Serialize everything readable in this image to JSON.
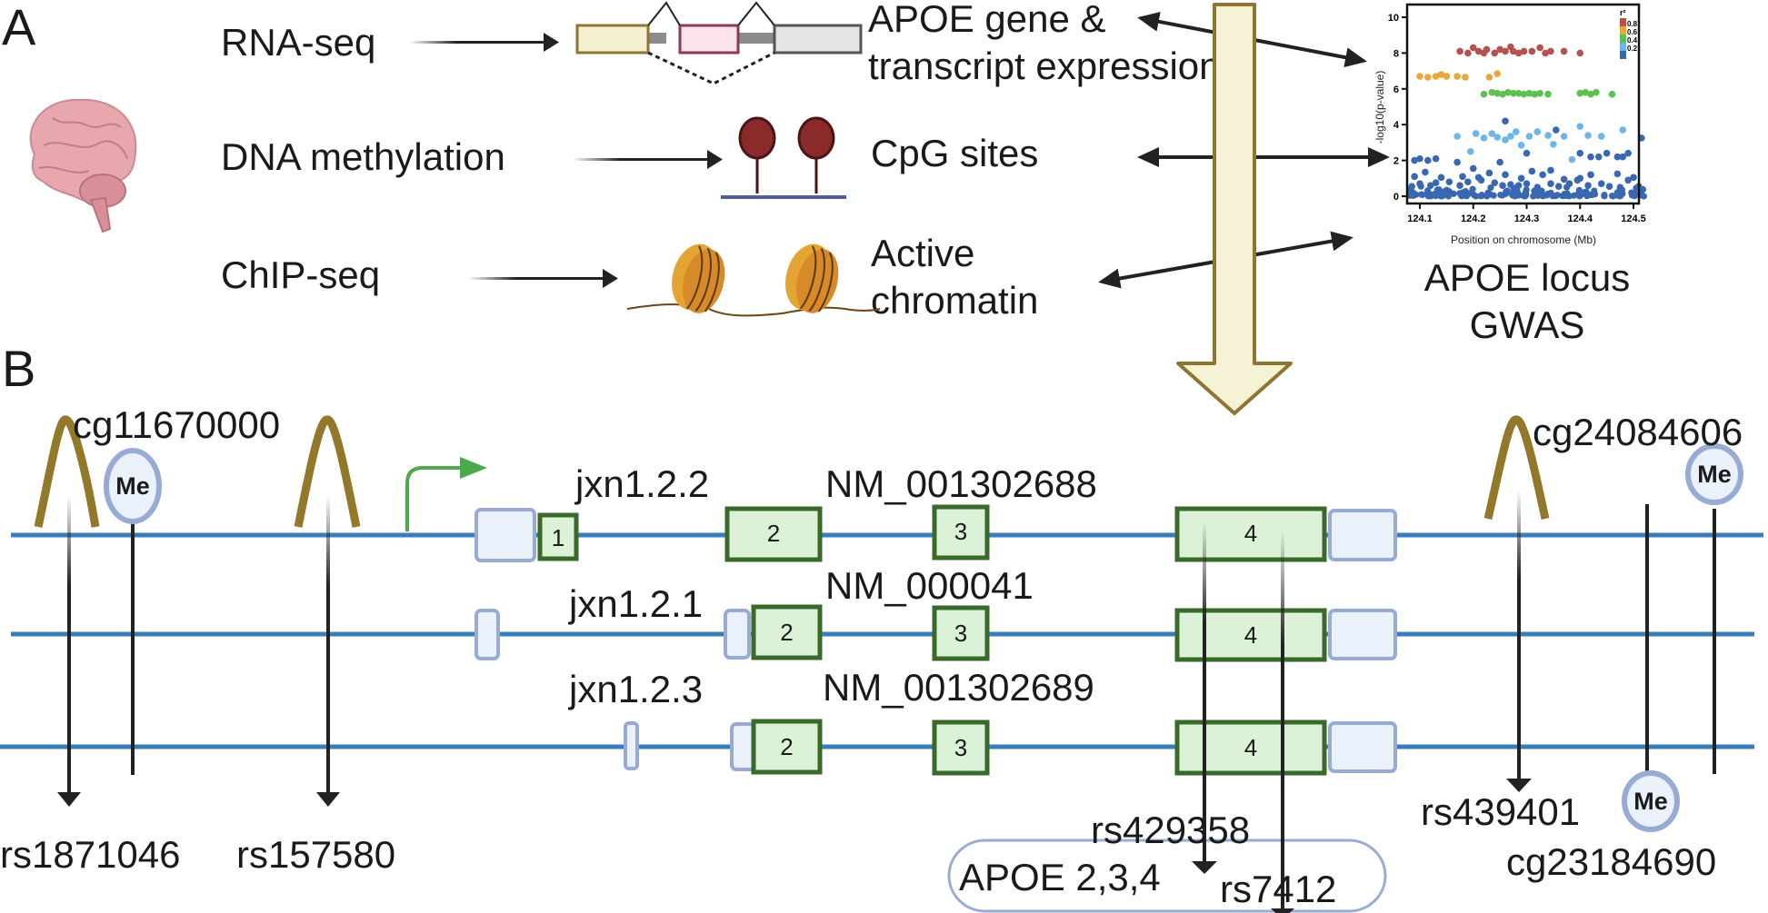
{
  "panelA": {
    "letter": "A",
    "inputs": [
      {
        "label": "RNA-seq",
        "target": "APOE gene & transcript expression"
      },
      {
        "label": "DNA methylation",
        "target": "CpG sites"
      },
      {
        "label": "ChIP-seq",
        "target": "Active chromatin"
      }
    ],
    "targets": {
      "rna_line1": "APOE gene &",
      "rna_line2": "transcript expression",
      "cpg": "CpG sites",
      "chromatin_line1": "Active",
      "chromatin_line2": "chromatin"
    },
    "gwas_caption_line1": "APOE locus",
    "gwas_caption_line2": "GWAS",
    "icons": [
      "brain-icon",
      "exon-splicing-icon",
      "cpg-lollipop-icon",
      "nucleosome-icon"
    ]
  },
  "chart_data": {
    "type": "scatter",
    "title": "",
    "xlabel": "Position on chromosome (Mb)",
    "ylabel": "-log10(p-value)",
    "xlim": [
      124.08,
      124.52
    ],
    "ylim": [
      0,
      10.5
    ],
    "xticks": [
      "124.1",
      "124.2",
      "124.3",
      "124.4",
      "124.5"
    ],
    "yticks": [
      "0",
      "2",
      "4",
      "6",
      "8",
      "10"
    ],
    "legend": {
      "title": "r²",
      "position": "top-right",
      "entries": [
        "0.8",
        "0.6",
        "0.4",
        "0.2"
      ],
      "colors": [
        "#b5524d",
        "#e8a83c",
        "#5cc152",
        "#6fb6e8",
        "#3a68b0"
      ]
    },
    "series": [
      {
        "name": "r2>0.8",
        "color": "#b5524d",
        "points": [
          [
            124.175,
            8.1
          ],
          [
            124.19,
            8.0
          ],
          [
            124.2,
            8.3
          ],
          [
            124.21,
            8.1
          ],
          [
            124.22,
            8.0
          ],
          [
            124.225,
            8.2
          ],
          [
            124.24,
            8.0
          ],
          [
            124.25,
            8.2
          ],
          [
            124.26,
            8.1
          ],
          [
            124.27,
            8.35
          ],
          [
            124.275,
            8.1
          ],
          [
            124.285,
            8.0
          ],
          [
            124.295,
            8.1
          ],
          [
            124.31,
            8.1
          ],
          [
            124.325,
            8.3
          ],
          [
            124.335,
            8.0
          ],
          [
            124.345,
            8.1
          ],
          [
            124.37,
            8.1
          ],
          [
            124.4,
            8.0
          ]
        ]
      },
      {
        "name": "r2 0.6-0.8",
        "color": "#e8a83c",
        "points": [
          [
            124.1,
            6.7
          ],
          [
            124.115,
            6.65
          ],
          [
            124.13,
            6.7
          ],
          [
            124.14,
            6.8
          ],
          [
            124.15,
            6.7
          ],
          [
            124.17,
            6.7
          ],
          [
            124.185,
            6.65
          ],
          [
            124.23,
            6.65
          ],
          [
            124.245,
            6.85
          ]
        ]
      },
      {
        "name": "r2 0.4-0.6",
        "color": "#5cc152",
        "points": [
          [
            124.22,
            5.7
          ],
          [
            124.235,
            5.8
          ],
          [
            124.245,
            5.75
          ],
          [
            124.255,
            5.7
          ],
          [
            124.265,
            5.8
          ],
          [
            124.275,
            5.75
          ],
          [
            124.285,
            5.75
          ],
          [
            124.295,
            5.7
          ],
          [
            124.305,
            5.75
          ],
          [
            124.315,
            5.7
          ],
          [
            124.325,
            5.75
          ],
          [
            124.34,
            5.7
          ],
          [
            124.4,
            5.75
          ],
          [
            124.41,
            5.8
          ],
          [
            124.42,
            5.7
          ],
          [
            124.43,
            5.8
          ],
          [
            124.46,
            5.7
          ]
        ]
      },
      {
        "name": "r2 0.2-0.4",
        "color": "#6fb6e8",
        "points": [
          [
            124.17,
            3.35
          ],
          [
            124.195,
            2.5
          ],
          [
            124.205,
            3.5
          ],
          [
            124.22,
            3.25
          ],
          [
            124.235,
            3.5
          ],
          [
            124.245,
            3.3
          ],
          [
            124.26,
            3.15
          ],
          [
            124.27,
            3.35
          ],
          [
            124.28,
            3.6
          ],
          [
            124.29,
            2.85
          ],
          [
            124.305,
            3.35
          ],
          [
            124.32,
            3.6
          ],
          [
            124.34,
            3.4
          ],
          [
            124.35,
            2.9
          ],
          [
            124.37,
            3.35
          ],
          [
            124.385,
            2.05
          ],
          [
            124.4,
            3.9
          ],
          [
            124.415,
            3.4
          ],
          [
            124.44,
            3.35
          ],
          [
            124.48,
            3.7
          ]
        ]
      },
      {
        "name": "r2<0.2",
        "color": "#3a68b0",
        "points": [
          [
            124.09,
            2.0
          ],
          [
            124.1,
            2.1
          ],
          [
            124.115,
            2.0
          ],
          [
            124.13,
            2.1
          ],
          [
            124.17,
            1.9
          ],
          [
            124.2,
            1.55
          ],
          [
            124.25,
            1.9
          ],
          [
            124.26,
            4.2
          ],
          [
            124.3,
            2.4
          ],
          [
            124.355,
            3.7
          ],
          [
            124.4,
            2.4
          ],
          [
            124.42,
            2.2
          ],
          [
            124.435,
            2.2
          ],
          [
            124.45,
            2.4
          ],
          [
            124.47,
            2.2
          ],
          [
            124.48,
            2.2
          ],
          [
            124.49,
            2.4
          ],
          [
            124.515,
            3.25
          ],
          [
            124.09,
            1.1
          ],
          [
            124.11,
            1.35
          ],
          [
            124.14,
            1.05
          ],
          [
            124.18,
            1.1
          ],
          [
            124.21,
            1.05
          ],
          [
            124.23,
            1.3
          ],
          [
            124.26,
            1.2
          ],
          [
            124.29,
            1.0
          ],
          [
            124.31,
            1.4
          ],
          [
            124.33,
            1.2
          ],
          [
            124.345,
            1.45
          ],
          [
            124.37,
            0.95
          ],
          [
            124.4,
            1.0
          ],
          [
            124.42,
            1.2
          ],
          [
            124.47,
            1.25
          ],
          [
            124.5,
            1.05
          ],
          [
            124.085,
            0.55
          ],
          [
            124.1,
            0.7
          ],
          [
            124.12,
            0.6
          ],
          [
            124.13,
            0.75
          ],
          [
            124.155,
            0.8
          ],
          [
            124.175,
            0.6
          ],
          [
            124.19,
            0.8
          ],
          [
            124.215,
            0.9
          ],
          [
            124.24,
            0.75
          ],
          [
            124.255,
            0.6
          ],
          [
            124.27,
            0.65
          ],
          [
            124.285,
            0.6
          ],
          [
            124.3,
            0.7
          ],
          [
            124.32,
            0.5
          ],
          [
            124.345,
            0.7
          ],
          [
            124.36,
            0.55
          ],
          [
            124.38,
            0.7
          ],
          [
            124.395,
            0.9
          ],
          [
            124.415,
            0.6
          ],
          [
            124.44,
            0.7
          ],
          [
            124.455,
            0.55
          ],
          [
            124.475,
            0.5
          ],
          [
            124.49,
            0.9
          ],
          [
            124.51,
            0.55
          ]
        ]
      }
    ],
    "baseline_note": "dense band of r2<0.2 points near 0 across full range"
  },
  "panelB": {
    "letter": "B",
    "cpg_labels": {
      "top_left": "cg11670000",
      "top_right": "cg24084606",
      "bottom_right": "cg23184690"
    },
    "methyl_badge": "Me",
    "snps": {
      "left1": "rs1871046",
      "left2": "rs157580",
      "exon4a": "rs429358",
      "exon4b": "rs7412",
      "right": "rs439401"
    },
    "apoe_box_label": "APOE 2,3,4",
    "transcripts": [
      {
        "junction": "jxn1.2.2",
        "refseq": "NM_001302688",
        "exons": [
          "1",
          "2",
          "3",
          "4"
        ]
      },
      {
        "junction": "jxn1.2.1",
        "refseq": "NM_000041",
        "exons": [
          "2",
          "3",
          "4"
        ]
      },
      {
        "junction": "jxn1.2.3",
        "refseq": "NM_001302689",
        "exons": [
          "2",
          "3",
          "4"
        ]
      }
    ]
  }
}
